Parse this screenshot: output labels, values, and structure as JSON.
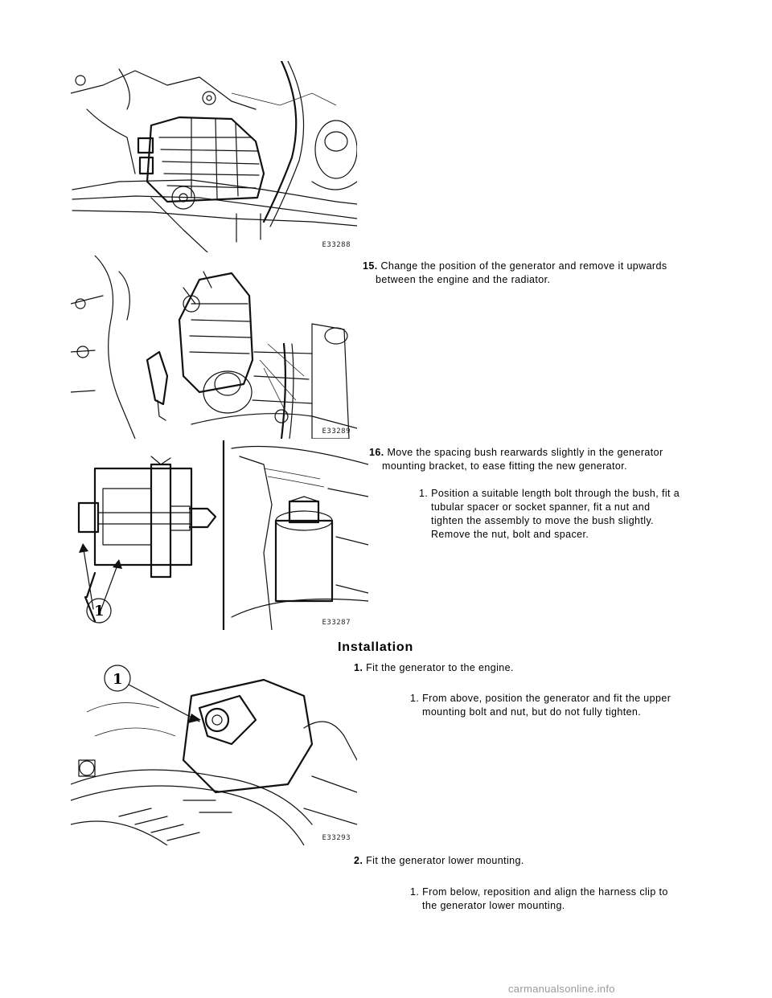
{
  "figures": {
    "fig1_code": "E33288",
    "fig2_code": "E33289",
    "fig3_code": "E33287",
    "fig3_callout": "1",
    "fig4_code": "E33293",
    "fig4_callout": "1"
  },
  "removal": {
    "step15": {
      "number": "15.",
      "line1": "Change the position of the generator and remove it upwards",
      "line2": "between the engine and the radiator."
    },
    "step16": {
      "number": "16.",
      "line1": "Move the spacing bush rearwards slightly in the generator",
      "line2": "mounting bracket, to ease fitting the new generator.",
      "sub1": {
        "line1": "1. Position a suitable length bolt through the bush, fit a",
        "line2": "tubular spacer or socket spanner, fit a nut and",
        "line3": "tighten the assembly to move the bush slightly.",
        "line4": "Remove the nut, bolt and spacer."
      }
    }
  },
  "installation": {
    "heading": "Installation",
    "step1": {
      "number": "1.",
      "text": "Fit the generator to the engine.",
      "sub1": {
        "line1": "1. From above, position the generator and fit the upper",
        "line2": "mounting bolt and nut, but do not fully tighten."
      }
    },
    "step2": {
      "number": "2.",
      "text": "Fit the generator lower mounting.",
      "sub1": {
        "line1": "1. From below, reposition and align the harness clip to",
        "line2": "the generator lower mounting."
      }
    }
  },
  "watermark": "carmanualsonline.info"
}
